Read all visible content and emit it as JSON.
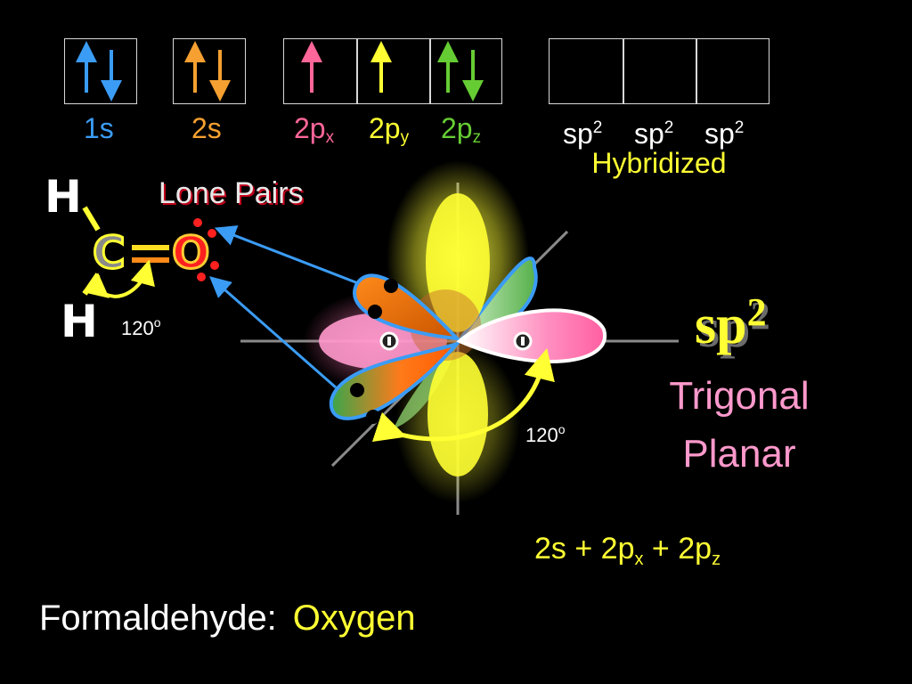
{
  "orbital_diagram": {
    "orbitals": [
      {
        "name": "1s",
        "sub": "",
        "color": "#3b9cf5",
        "boxes": [
          "up-down"
        ]
      },
      {
        "name": "2s",
        "sub": "",
        "color": "#f5a030",
        "boxes": [
          "up-down"
        ]
      },
      {
        "name": "2p",
        "sub": "x",
        "color": "#ff6699",
        "boxes": [
          "up"
        ]
      },
      {
        "name": "2p",
        "sub": "y",
        "color": "#ffff33",
        "boxes": [
          "up"
        ]
      },
      {
        "name": "2p",
        "sub": "z",
        "color": "#66cc33",
        "boxes": [
          "up-down"
        ]
      }
    ],
    "hybrid_labels": [
      {
        "base": "sp",
        "sup": "2"
      },
      {
        "base": "sp",
        "sup": "2"
      },
      {
        "base": "sp",
        "sup": "2"
      }
    ],
    "hybrid_word": "Hybridized"
  },
  "molecule": {
    "atom_h_top": "H",
    "atom_c": "C",
    "atom_o": "O",
    "atom_h_bottom": "H",
    "lone_pairs_label": "Lone Pairs",
    "angle_left": {
      "value": "120",
      "sup": "o"
    }
  },
  "orbital_figure": {
    "angle_right": {
      "value": "120",
      "sup": "o"
    }
  },
  "hybridization": {
    "title_base": "sp",
    "title_sup": "2",
    "geometry_line1": "Trigonal",
    "geometry_line2": "Planar",
    "equation": {
      "p1": "2s + 2p",
      "s1": "x",
      "p2": " + 2p",
      "s2": "z"
    }
  },
  "caption": {
    "label": "Formaldehyde:",
    "value": "Oxygen"
  },
  "colors": {
    "background": "#000000",
    "yellow": "#ffff33",
    "pink": "#ff99cc",
    "red": "#ff2020",
    "blue_arrow": "#3b9cf5"
  }
}
